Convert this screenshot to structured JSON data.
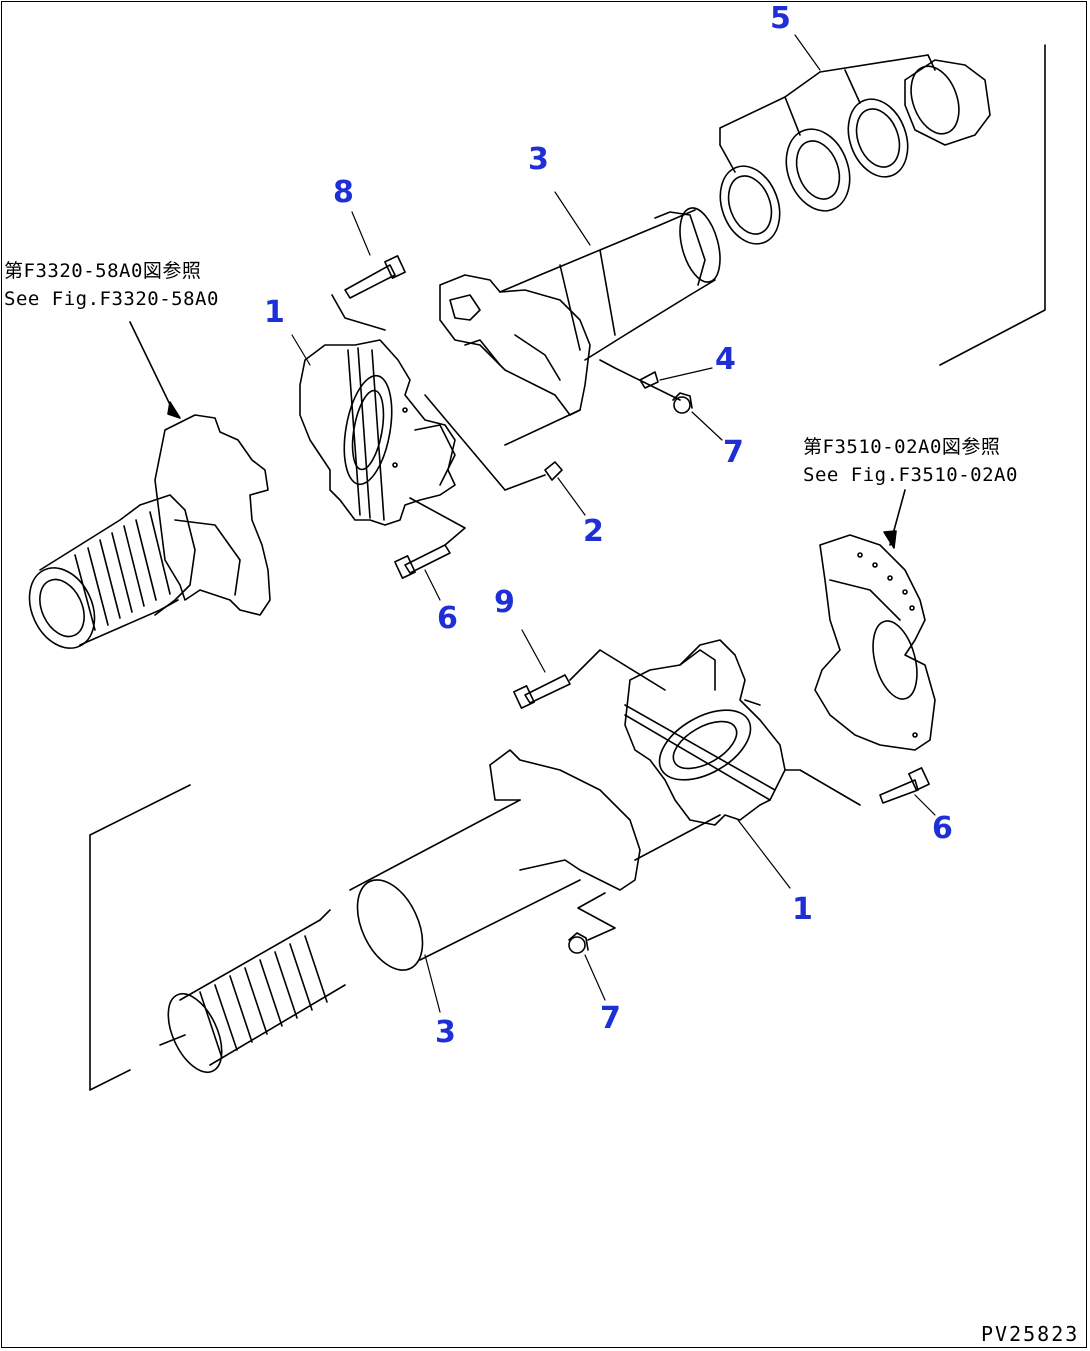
{
  "callout_color": "#1f2fd6",
  "line_color": "#000000",
  "callouts": {
    "c1_upper": "1",
    "c1_lower": "1",
    "c2": "2",
    "c3_upper": "3",
    "c3_lower": "3",
    "c4": "4",
    "c5": "5",
    "c6_upper": "6",
    "c6_lower": "6",
    "c7_upper": "7",
    "c7_lower": "7",
    "c8": "8",
    "c9": "9"
  },
  "references": {
    "left": {
      "line_jp": "第F3320-58A0図参照",
      "line_en": "See Fig.F3320-58A0"
    },
    "right": {
      "line_jp": "第F3510-02A0図参照",
      "line_en": "See Fig.F3510-02A0"
    }
  },
  "drawing_code": "PV25823"
}
